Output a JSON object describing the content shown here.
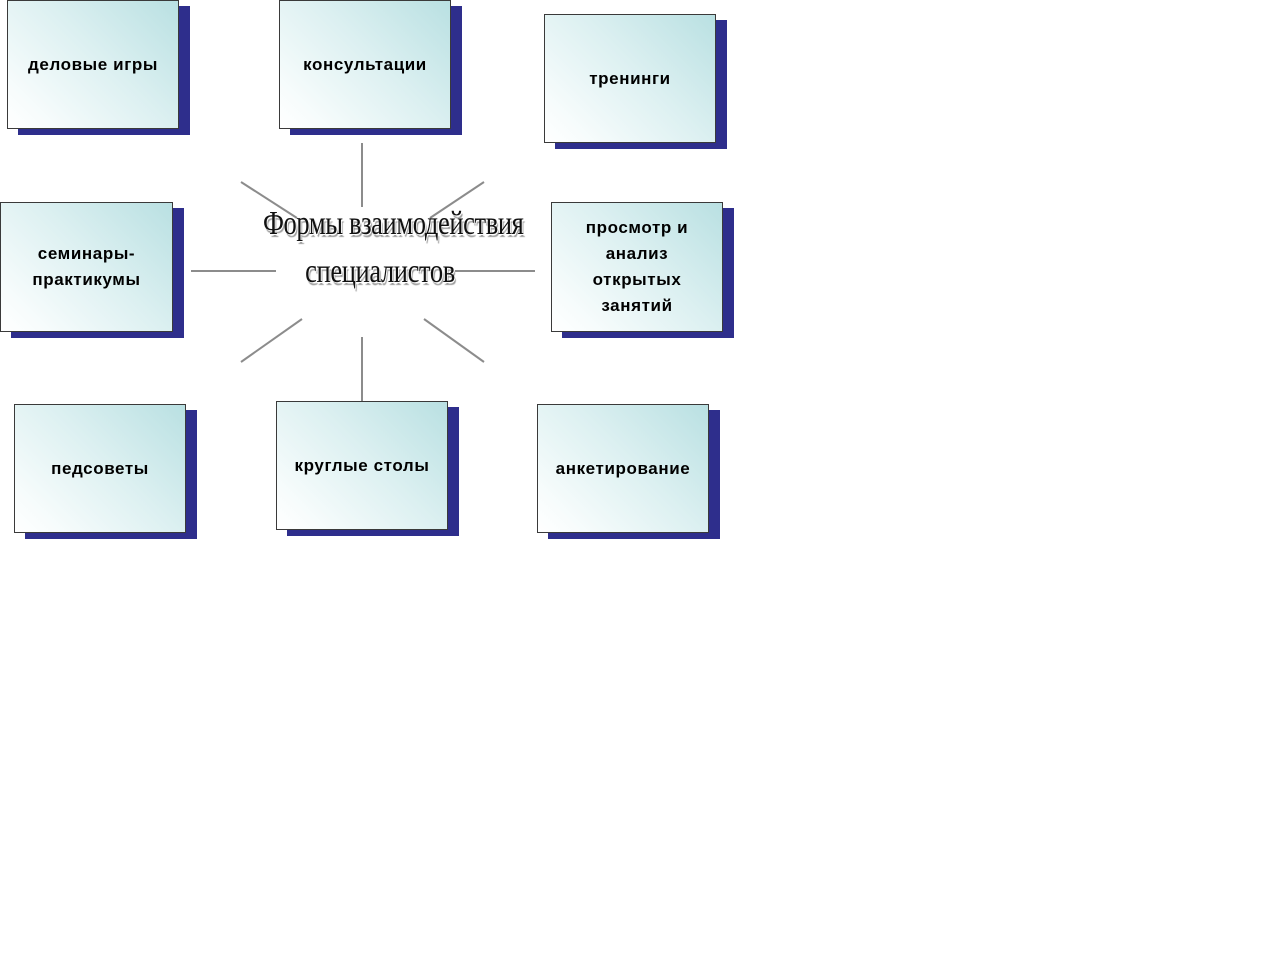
{
  "diagram": {
    "title_line1": "Формы взаимодействия",
    "title_line2": "специалистов",
    "boxes": [
      {
        "id": "business-games",
        "label": "деловые игры"
      },
      {
        "id": "consultations",
        "label": "консультации"
      },
      {
        "id": "trainings",
        "label": "тренинги"
      },
      {
        "id": "seminars",
        "label": "семинары-практикумы"
      },
      {
        "id": "open-lessons",
        "label": "просмотр и анализ открытых занятий"
      },
      {
        "id": "pedagogical-councils",
        "label": "педсоветы"
      },
      {
        "id": "round-tables",
        "label": "круглые столы"
      },
      {
        "id": "questionnaire",
        "label": "анкетирование"
      }
    ],
    "colors": {
      "box_shadow": "#2e2e8c",
      "box_gradient": "#b9e0e2",
      "connector": "#8c8c8c"
    }
  }
}
